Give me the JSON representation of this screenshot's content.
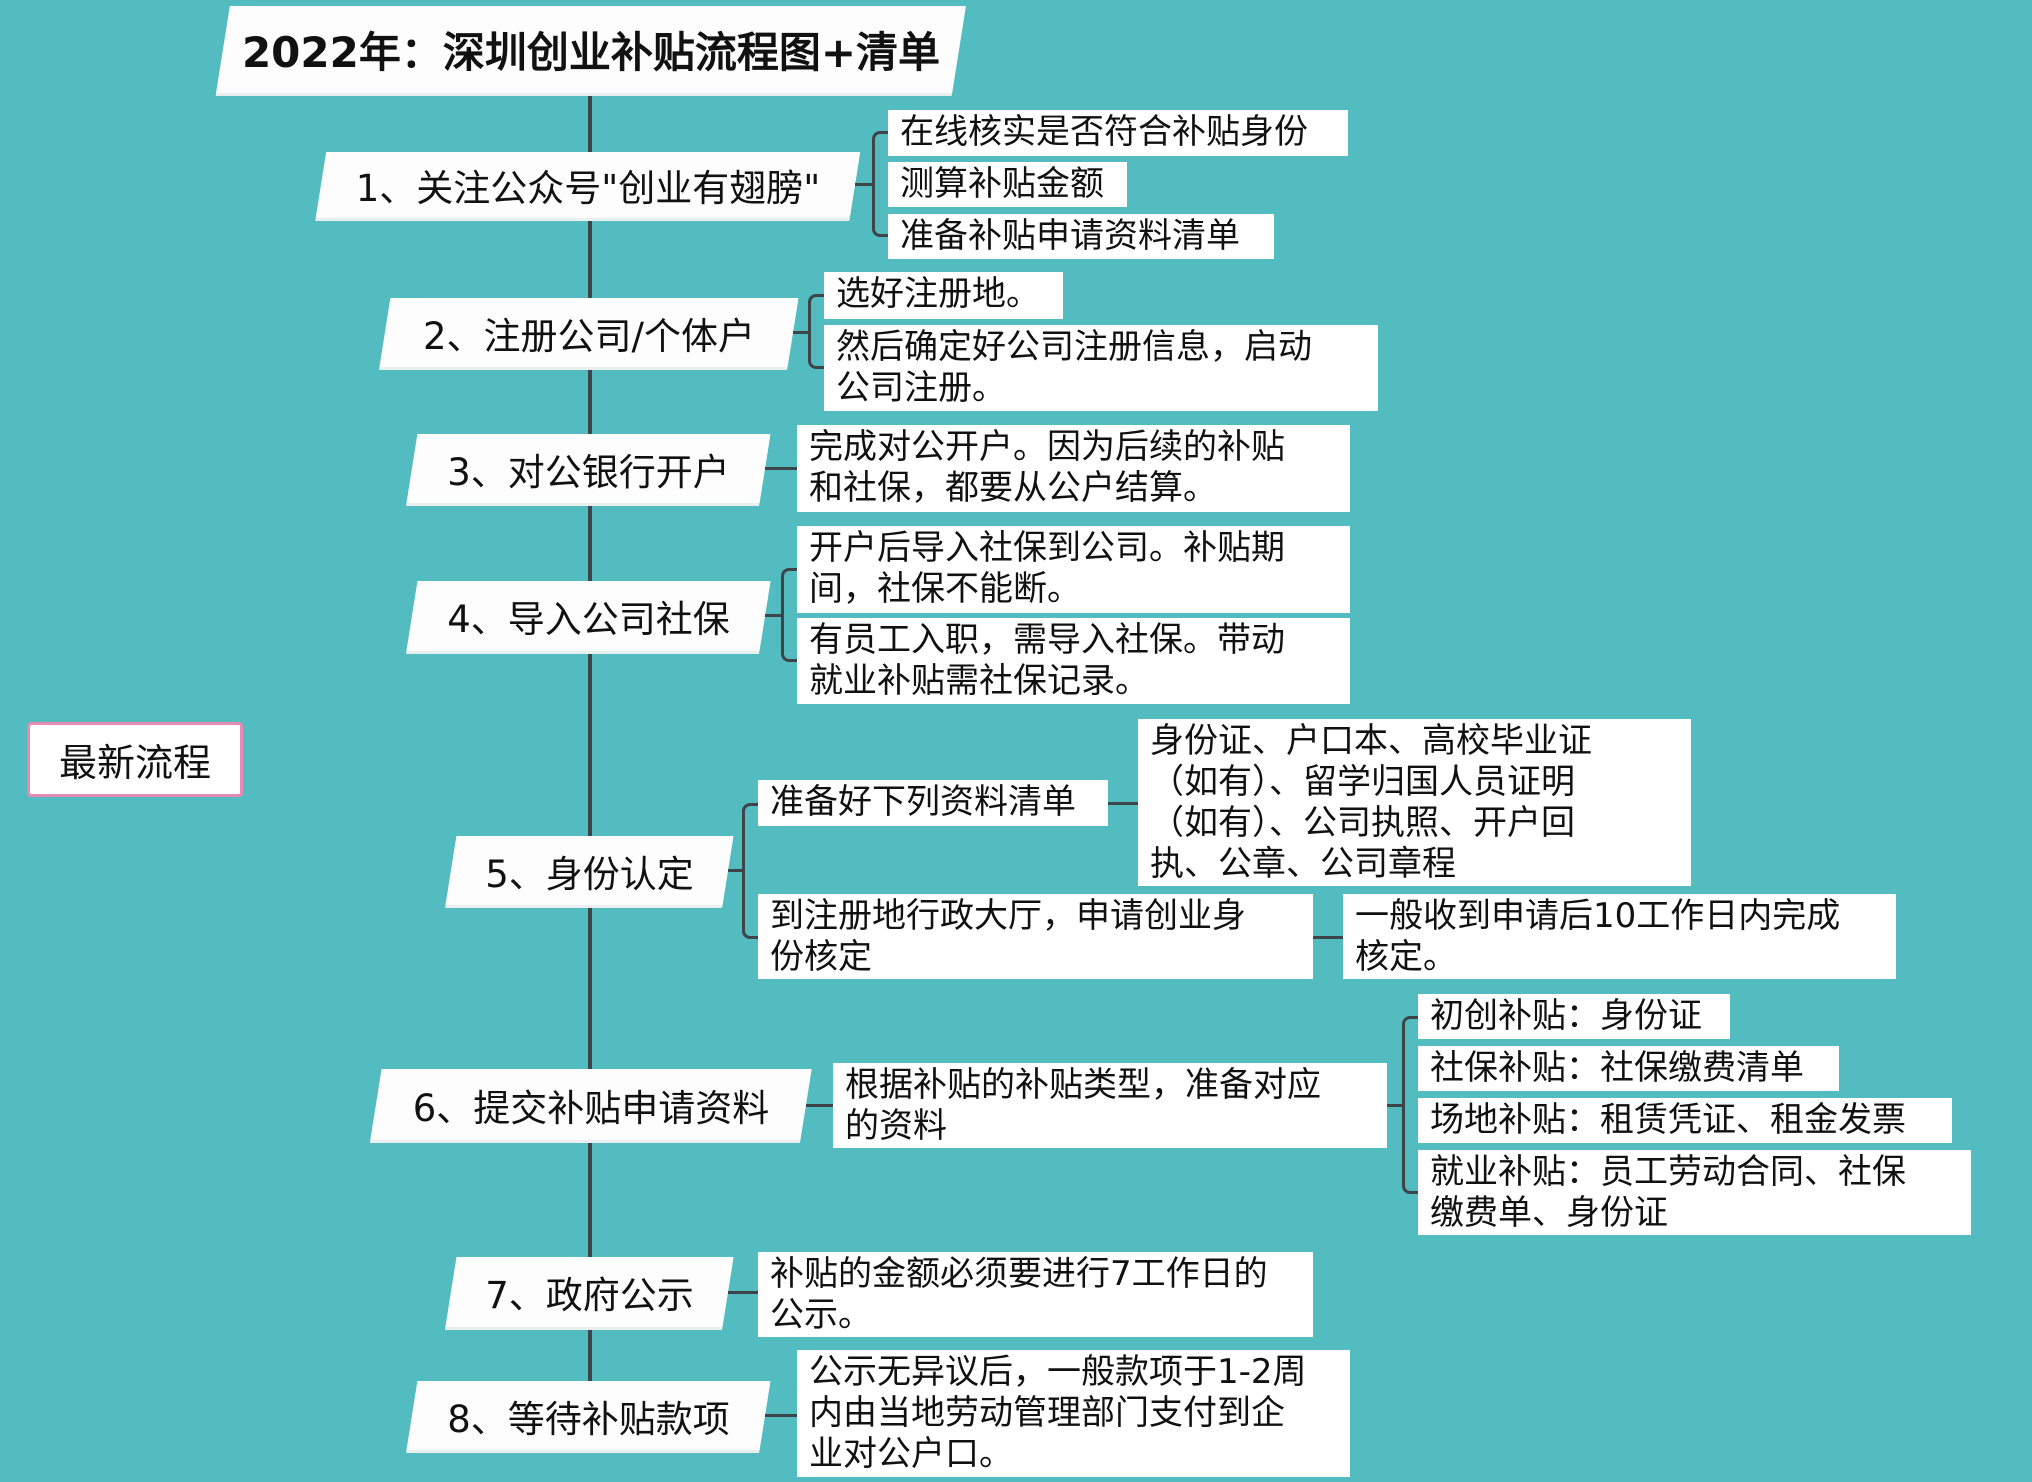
{
  "title": "2022年：深圳创业补贴流程图+清单",
  "root": {
    "label": "最新流程"
  },
  "colors": {
    "background": "#52bcc0",
    "node_fill": "#ffffff",
    "connector": "#3d4549",
    "root_border": "#e58bb3"
  },
  "steps": [
    {
      "label": "1、关注公众号\"创业有翅膀\"",
      "children": [
        {
          "text": "在线核实是否符合补贴身份"
        },
        {
          "text": "测算补贴金额"
        },
        {
          "text": "准备补贴申请资料清单"
        }
      ]
    },
    {
      "label": "2、注册公司/个体户",
      "children": [
        {
          "text": "选好注册地。"
        },
        {
          "text": "然后确定好公司注册信息，启动\n公司注册。"
        }
      ]
    },
    {
      "label": "3、对公银行开户",
      "children": [
        {
          "text": "完成对公开户。因为后续的补贴\n和社保，都要从公户结算。"
        }
      ]
    },
    {
      "label": "4、导入公司社保",
      "children": [
        {
          "text": "开户后导入社保到公司。补贴期\n间，社保不能断。"
        },
        {
          "text": "有员工入职，需导入社保。带动\n就业补贴需社保记录。"
        }
      ]
    },
    {
      "label": "5、身份认定",
      "children": [
        {
          "text": "准备好下列资料清单",
          "children": [
            {
              "text": "身份证、户口本、高校毕业证\n（如有）、留学归国人员证明\n（如有）、公司执照、开户回\n执、公章、公司章程"
            }
          ]
        },
        {
          "text": "到注册地行政大厅，申请创业身\n份核定",
          "children": [
            {
              "text": "一般收到申请后10工作日内完成\n核定。"
            }
          ]
        }
      ]
    },
    {
      "label": "6、提交补贴申请资料",
      "children": [
        {
          "text": "根据补贴的补贴类型，准备对应\n的资料",
          "children": [
            {
              "text": "初创补贴：身份证"
            },
            {
              "text": "社保补贴：社保缴费清单"
            },
            {
              "text": "场地补贴：租赁凭证、租金发票"
            },
            {
              "text": "就业补贴：员工劳动合同、社保\n缴费单、身份证"
            }
          ]
        }
      ]
    },
    {
      "label": "7、政府公示",
      "children": [
        {
          "text": "补贴的金额必须要进行7工作日的\n公示。"
        }
      ]
    },
    {
      "label": "8、等待补贴款项",
      "children": [
        {
          "text": "公示无异议后，一般款项于1-2周\n内由当地劳动管理部门支付到企\n业对公户口。"
        }
      ]
    }
  ]
}
